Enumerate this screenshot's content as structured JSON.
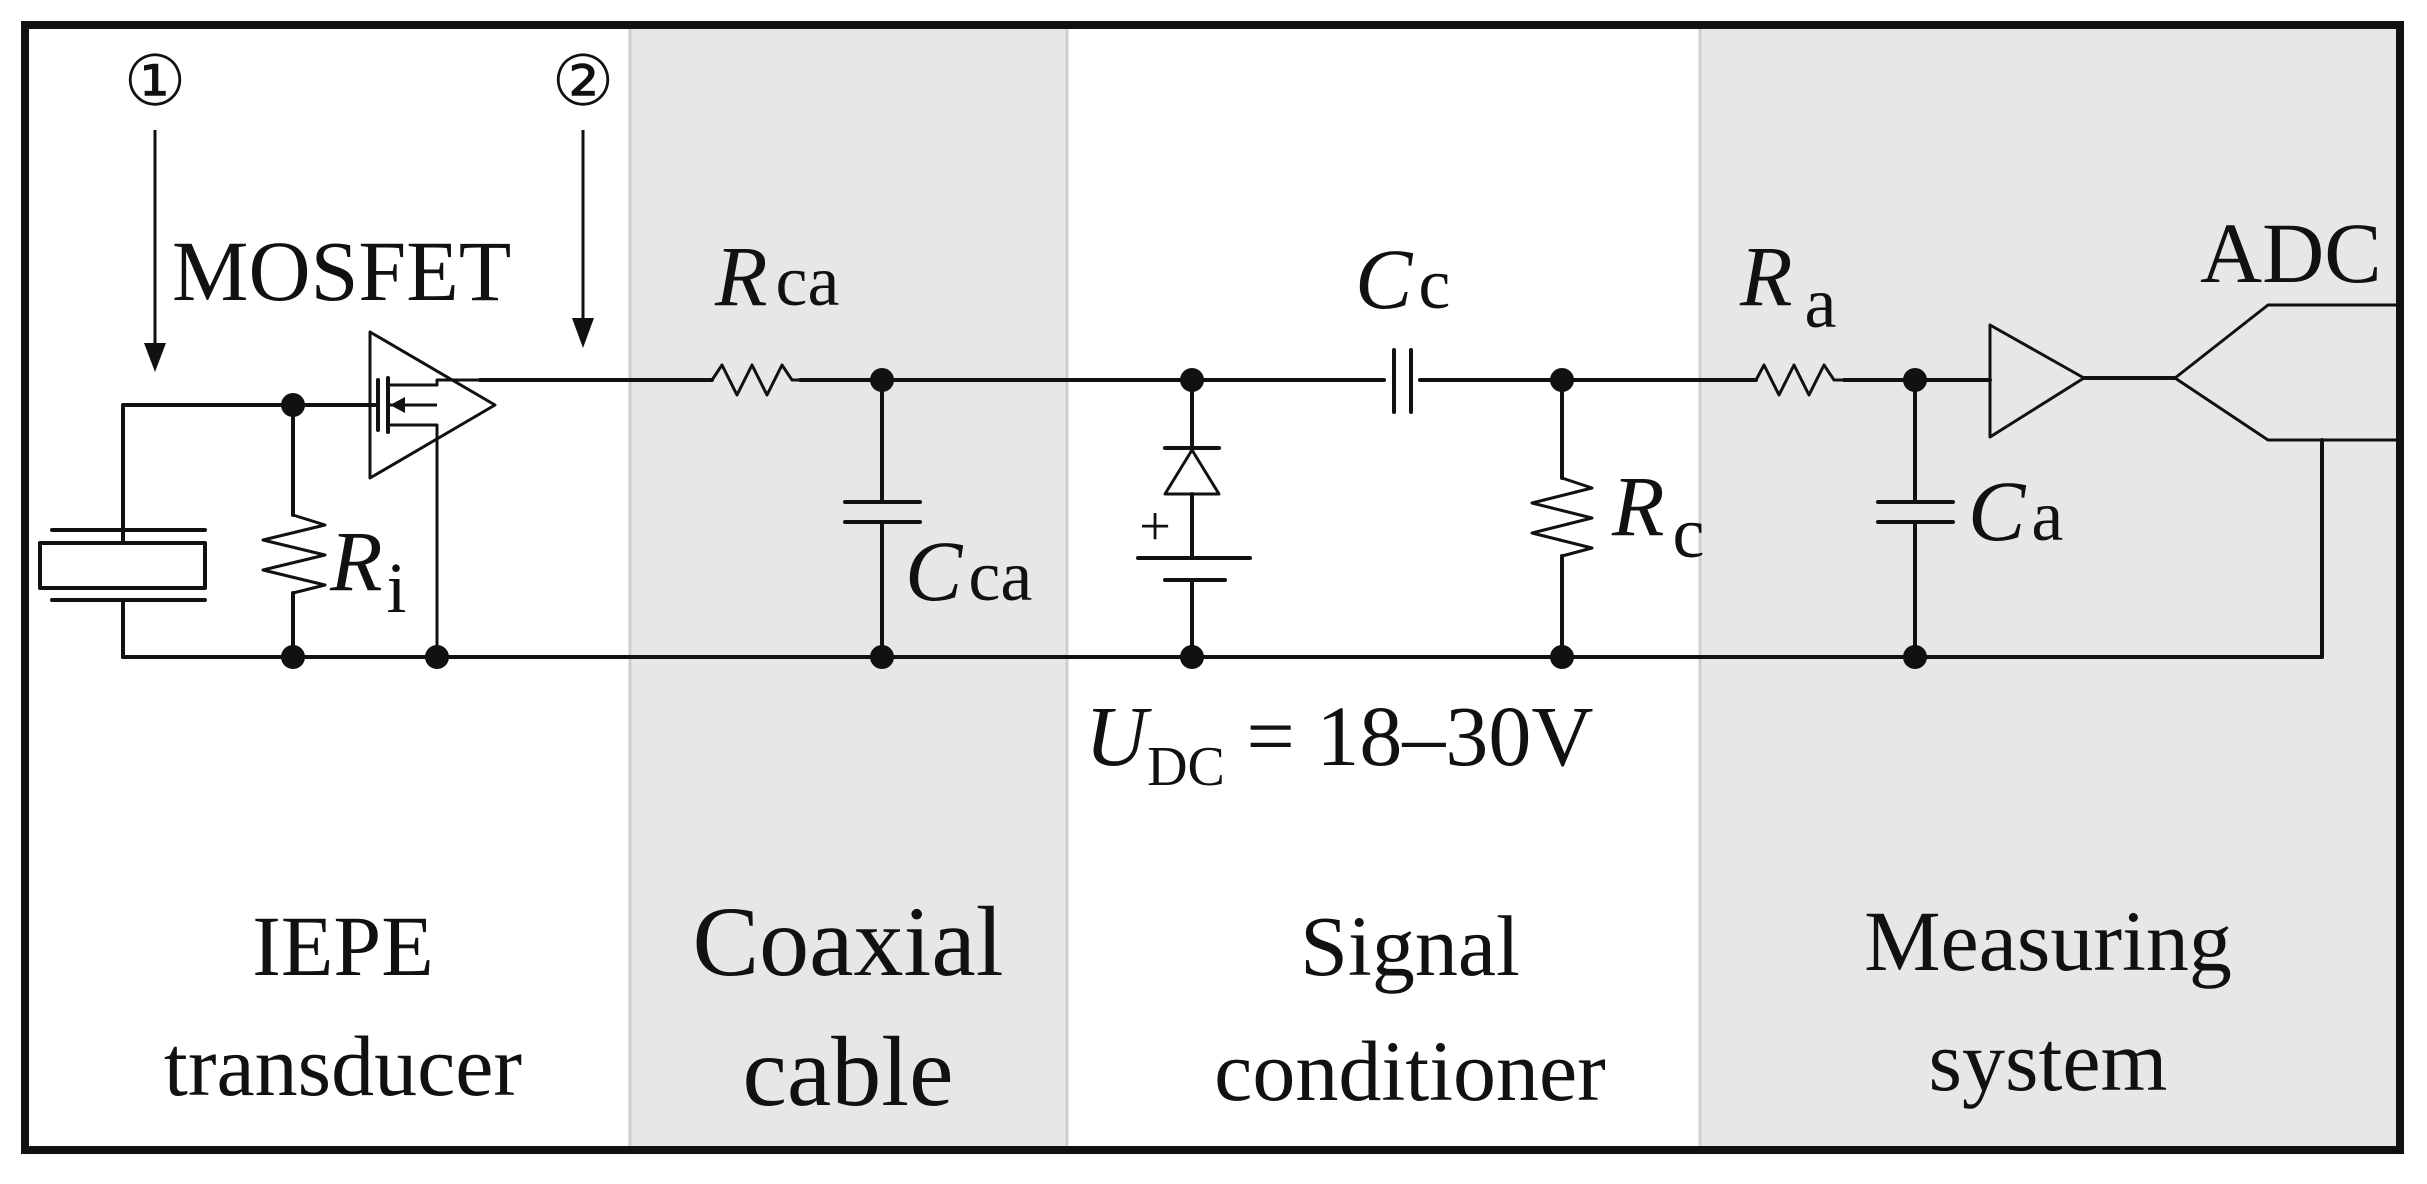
{
  "colors": {
    "section_shade": "#e7e7e7",
    "line": "#111111",
    "background": "#ffffff"
  },
  "markers": {
    "m1": "①",
    "m2": "②"
  },
  "labels": {
    "mosfet": "MOSFET",
    "adc": "ADC",
    "r_ca_sym": "R",
    "r_ca_sub": "ca",
    "c_ca_sym": "C",
    "c_ca_sub": "ca",
    "c_c_sym": "C",
    "c_c_sub": "c",
    "r_c_sym": "R",
    "r_c_sub": "c",
    "r_a_sym": "R",
    "r_a_sub": "a",
    "c_a_sym": "C",
    "c_a_sub": "a",
    "r_i_sym": "R",
    "r_i_sub": "i",
    "plus": "+",
    "udc_sym": "U",
    "udc_sub": "DC",
    "udc_value": " = 18–30V"
  },
  "sections": [
    {
      "line1": "IEPE",
      "line2": "transducer"
    },
    {
      "line1": "Coaxial",
      "line2": "cable"
    },
    {
      "line1": "Signal",
      "line2": "conditioner"
    },
    {
      "line1": "Measuring",
      "line2": "system"
    }
  ]
}
